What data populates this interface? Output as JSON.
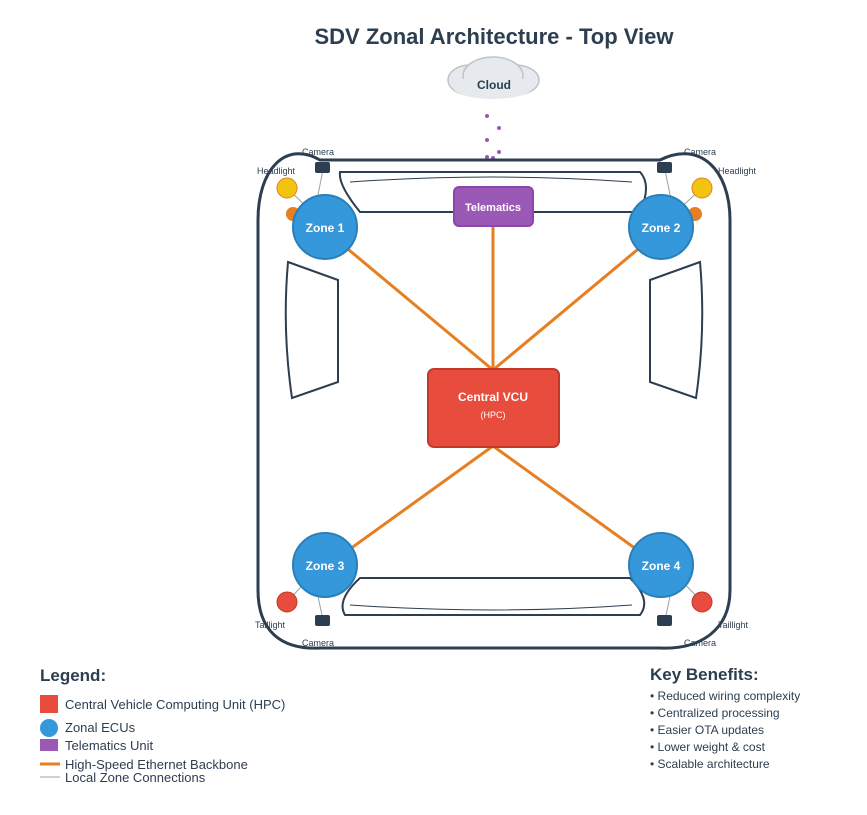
{
  "title": "SDV Zonal Architecture - Top View",
  "cloud": {
    "label": "Cloud"
  },
  "telematics": {
    "label": "Telematics"
  },
  "central": {
    "label": "Central VCU",
    "sublabel": "(HPC)"
  },
  "zones": [
    {
      "label": "Zone 1"
    },
    {
      "label": "Zone 2"
    },
    {
      "label": "Zone 3"
    },
    {
      "label": "Zone 4"
    }
  ],
  "peripherals": {
    "camera": "Camera",
    "headlight": "Headlight",
    "taillight": "Taillight"
  },
  "legend": {
    "title": "Legend:",
    "items": [
      {
        "label": "Central Vehicle Computing Unit (HPC)",
        "color": "#e74c3c"
      },
      {
        "label": "Zonal ECUs",
        "color": "#3498db"
      },
      {
        "label": "Telematics Unit",
        "color": "#9b59b6"
      },
      {
        "label": "High-Speed Ethernet Backbone",
        "color": "#e67e22"
      },
      {
        "label": "Local Zone Connections",
        "color": "#95a5a6"
      }
    ]
  },
  "benefits": {
    "title": "Key Benefits:",
    "items": [
      "• Reduced wiring complexity",
      "• Centralized processing",
      "• Easier OTA updates",
      "• Lower weight & cost",
      "• Scalable architecture"
    ]
  },
  "colors": {
    "hpc": "#e74c3c",
    "zone": "#3498db",
    "telematics": "#9b59b6",
    "ethernet": "#e67e22",
    "local": "#95a5a6",
    "headlight": "#f1c40f",
    "headlight_dot": "#e67e22",
    "taillight": "#e74c3c",
    "outline": "#2c3e50"
  }
}
